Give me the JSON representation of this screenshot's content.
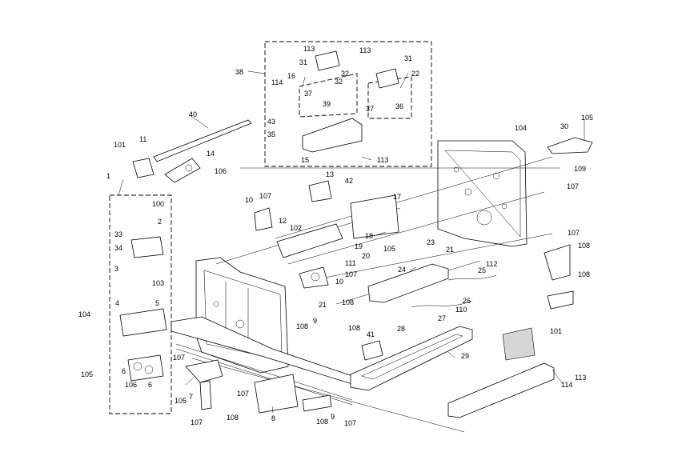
{
  "callouts": [
    "113",
    "31",
    "113",
    "31",
    "38",
    "16",
    "32",
    "32",
    "22",
    "114",
    "37",
    "39",
    "37",
    "36",
    "40",
    "43",
    "35",
    "15",
    "113",
    "104",
    "30",
    "105",
    "101",
    "11",
    "14",
    "106",
    "109",
    "13",
    "42",
    "107",
    "17",
    "10",
    "107",
    "12",
    "102",
    "18",
    "105",
    "23",
    "107",
    "108",
    "1",
    "100",
    "2",
    "33",
    "34",
    "19",
    "20",
    "111",
    "21",
    "112",
    "25",
    "3",
    "103",
    "107",
    "10",
    "24",
    "108",
    "4",
    "5",
    "21",
    "108",
    "26",
    "110",
    "27",
    "101",
    "104",
    "105",
    "108",
    "9",
    "108",
    "41",
    "28",
    "29",
    "107",
    "6",
    "106",
    "6",
    "113",
    "114",
    "105",
    "7",
    "107",
    "107",
    "108",
    "8",
    "108",
    "9",
    "107"
  ]
}
